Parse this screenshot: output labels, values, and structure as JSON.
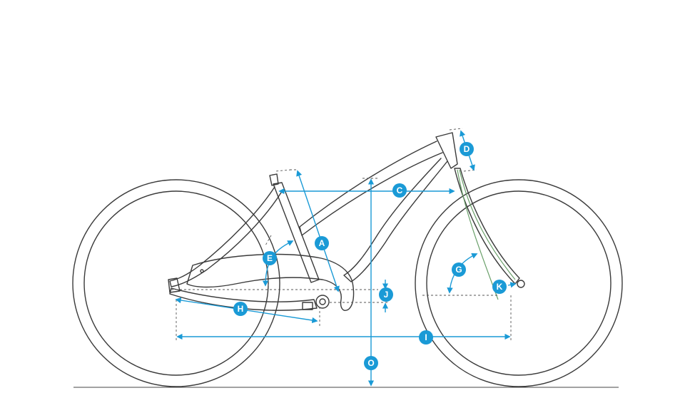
{
  "dimension_labels": {
    "A": "A",
    "C": "C",
    "D": "D",
    "E": "E",
    "G": "G",
    "H": "H",
    "I": "I",
    "J": "J",
    "K": "K",
    "O": "O"
  },
  "colors": {
    "accent": "#1a9ad6",
    "line": "#3a3a3a",
    "fork_accent": "#6aa06a"
  }
}
